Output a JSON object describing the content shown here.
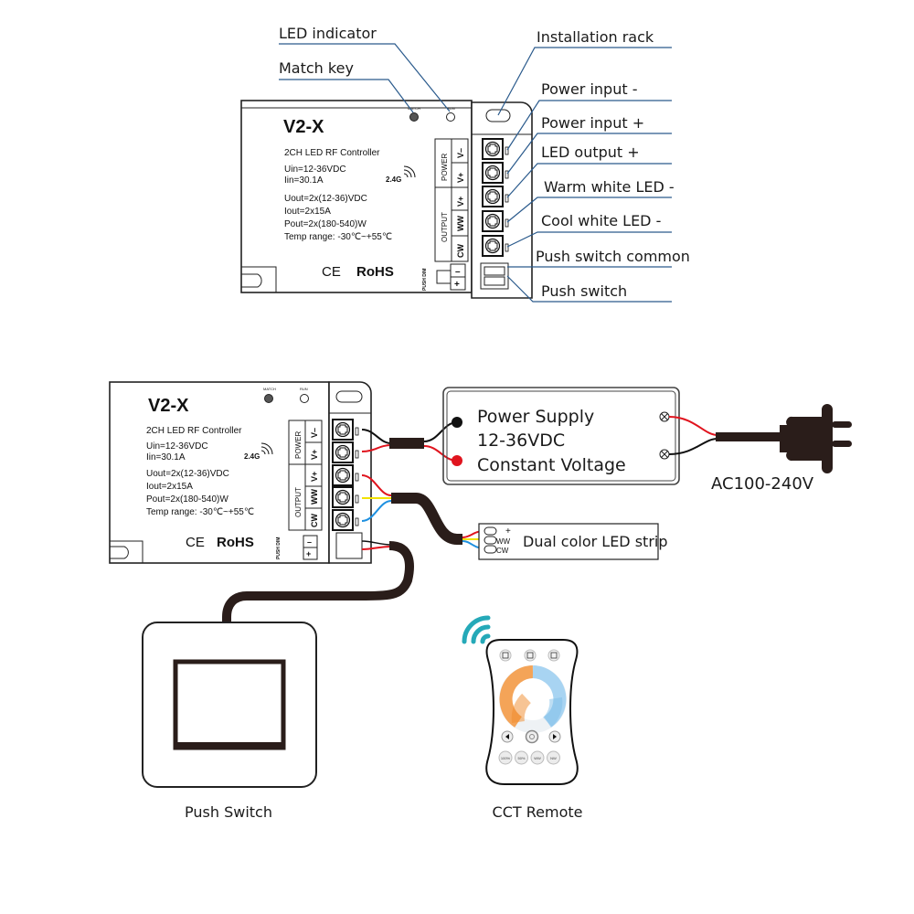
{
  "top_diagram": {
    "callouts_left": [
      {
        "id": "led-indicator",
        "label": "LED indicator"
      },
      {
        "id": "match-key",
        "label": "Match key"
      }
    ],
    "callouts_right": [
      {
        "id": "installation-rack",
        "label": "Installation rack"
      },
      {
        "id": "power-input-minus",
        "label": "Power input -"
      },
      {
        "id": "power-input-plus",
        "label": "Power input +"
      },
      {
        "id": "led-output-plus",
        "label": "LED output +"
      },
      {
        "id": "warm-white-led-minus",
        "label": "Warm white LED -"
      },
      {
        "id": "cool-white-led-minus",
        "label": "Cool white LED -"
      },
      {
        "id": "push-switch-common",
        "label": "Push switch common"
      },
      {
        "id": "push-switch",
        "label": "Push switch"
      }
    ]
  },
  "controller": {
    "model": "V2-X",
    "type": "2CH LED RF Controller",
    "uin": "Uin=12-36VDC",
    "iin": "Iin=30.1A",
    "uout": "Uout=2x(12-36)VDC",
    "iout": "Iout=2x15A",
    "pout": "Pout=2x(180-540)W",
    "temp": "Temp range: -30℃~+55℃",
    "rf_band": "2.4G",
    "ce_mark": "CE",
    "rohs": "RoHS",
    "match_label": "MATCH",
    "run_label": "RUN",
    "power_group": "POWER",
    "output_group": "OUTPUT",
    "terminals": [
      "V–",
      "V+",
      "V+",
      "WW",
      "CW"
    ],
    "push_dim_label": "PUSH DIM",
    "push_terminals": [
      "–",
      "+"
    ]
  },
  "wiring_diagram": {
    "power_supply": {
      "line1": "Power Supply",
      "line2": "12-36VDC",
      "line3": "Constant Voltage"
    },
    "ac_input": "AC100-240V",
    "led_strip": {
      "label": "Dual color LED strip",
      "pins": [
        "+",
        "WW",
        "CW"
      ]
    },
    "push_switch_label": "Push Switch",
    "remote_label": "CCT Remote",
    "remote_buttons": [
      "100%",
      "50%",
      "WW",
      "NW"
    ],
    "wire_colors": {
      "positive": "#e0141e",
      "negative": "#111111",
      "warm_white": "#f2e200",
      "cool_white": "#1e90e0",
      "cable": "#2a1d1a",
      "wireless": "#25a9b8"
    }
  }
}
